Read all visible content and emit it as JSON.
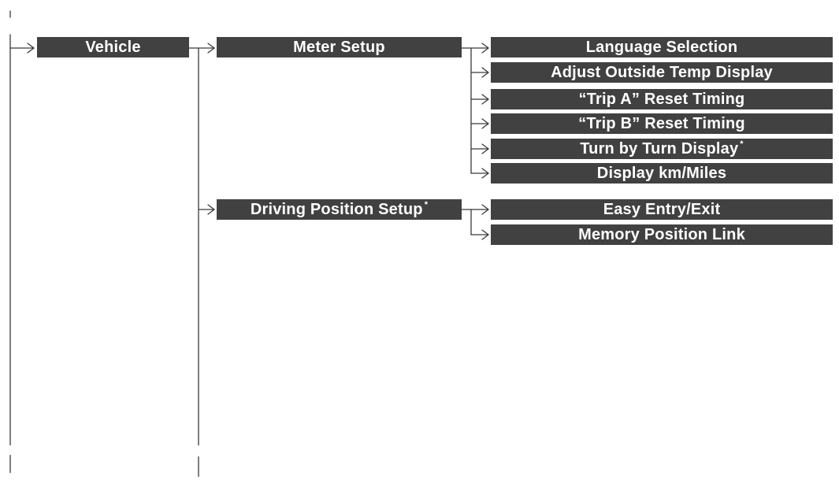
{
  "colors": {
    "box_bg": "#414141",
    "box_text": "#ffffff",
    "line": "#3a3a3a"
  },
  "level1": {
    "vehicle": "Vehicle"
  },
  "level2": {
    "meter_setup": "Meter Setup",
    "driving_position_setup": "Driving Position Setup",
    "driving_position_setup_mark": "*"
  },
  "meter_setup_items": {
    "language_selection": "Language Selection",
    "adjust_outside_temp_display": "Adjust Outside Temp Display",
    "trip_a_reset_timing": "“Trip A” Reset Timing",
    "trip_b_reset_timing": "“Trip B” Reset Timing",
    "turn_by_turn_display": "Turn by Turn Display",
    "turn_by_turn_display_mark": "*",
    "display_km_miles": "Display km/Miles"
  },
  "driving_position_items": {
    "easy_entry_exit": "Easy Entry/Exit",
    "memory_position_link": "Memory Position Link"
  }
}
